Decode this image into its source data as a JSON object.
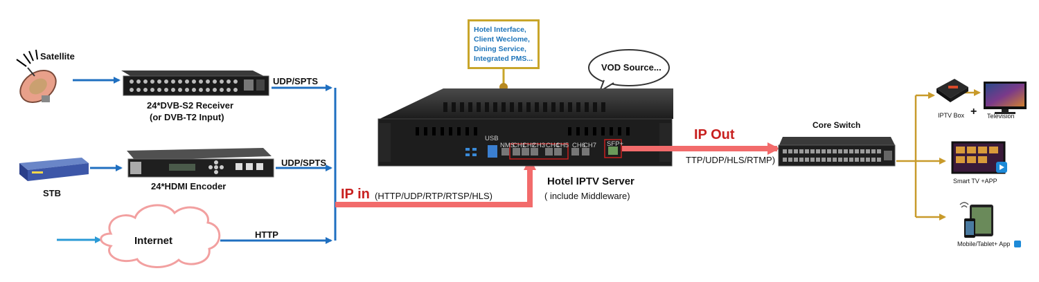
{
  "sources": {
    "satellite": "Satellite",
    "receiver_line1": "24*DVB-S2 Receiver",
    "receiver_line2": "(or DVB-T2 Input)",
    "stb": "STB",
    "encoder": "24*HDMI Encoder",
    "internet": "Internet"
  },
  "links": {
    "udp1": "UDP/SPTS",
    "udp2": "UDP/SPTS",
    "http": "HTTP",
    "ip_in": "IP in",
    "ip_in_protocols": "(HTTP/UDP/RTP/RTSP/HLS)",
    "ip_out": "IP Out",
    "ip_out_protocols": "TTP/UDP/HLS/RTMP)"
  },
  "server": {
    "title": "Hotel IPTV Server",
    "subtitle": "( include Middleware)",
    "usb": "USB",
    "ports": [
      "NMS",
      "CH1",
      "CH2",
      "CH3",
      "CH4",
      "CH5",
      "CH6",
      "CH7"
    ],
    "sfp": "SFP+"
  },
  "callout": [
    "Hotel Interface,",
    "Client Weclome,",
    "Dining Service,",
    "Integrated PMS..."
  ],
  "vod": "VOD Source...",
  "switch": {
    "label": "Core Switch"
  },
  "devices": {
    "iptv_box": "IPTV Box",
    "plus": "+",
    "television": "Television",
    "smart_tv": "Smart TV +APP",
    "mobile": "Mobile/Tablet+ App"
  },
  "colors": {
    "blue_line": "#1f6fc0",
    "red_line": "#f26b6b",
    "gold_line": "#c89a2a",
    "callout_border": "#c8a52a",
    "callout_text": "#1d74b9",
    "label_red": "#c8201f"
  }
}
